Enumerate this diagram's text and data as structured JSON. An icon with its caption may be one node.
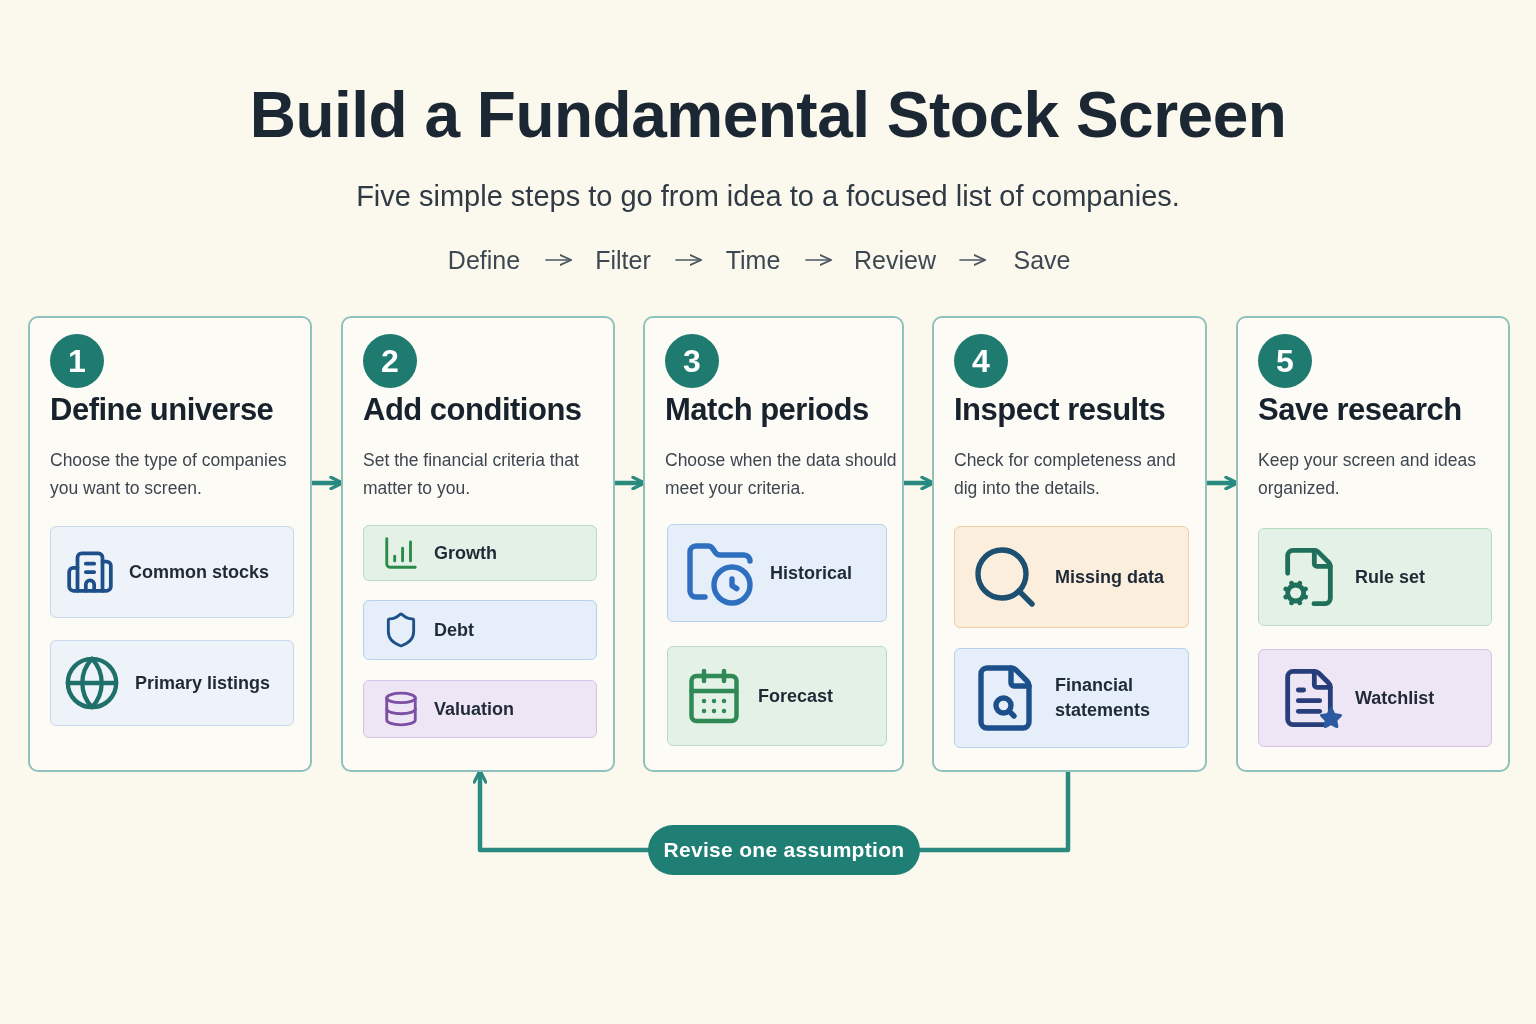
{
  "diagram": {
    "title": "Build a Fundamental Stock Screen",
    "caption": "Five simple steps to go from idea to a focused list of companies.",
    "nodes": [
      {
        "text": [
          "1",
          "Define universe",
          "Choose the type of companies you want to screen."
        ]
      },
      {
        "text": [
          "Common stocks"
        ],
        "in": 0
      },
      {
        "text": [
          "Primary listings"
        ],
        "in": 0
      },
      {
        "text": [
          "2",
          "Add conditions",
          "Set the financial criteria that matter to you."
        ]
      },
      {
        "text": [
          "Growth"
        ],
        "in": 3
      },
      {
        "text": [
          "Debt"
        ],
        "in": 3
      },
      {
        "text": [
          "Valuation"
        ],
        "in": 3
      },
      {
        "text": [
          "3",
          "Match periods",
          "Choose when the data should meet your criteria."
        ]
      },
      {
        "text": [
          "Historical"
        ],
        "in": 7
      },
      {
        "text": [
          "Forecast"
        ],
        "in": 7
      },
      {
        "text": [
          "4",
          "Inspect results",
          "Check for completeness and dig into the details."
        ]
      },
      {
        "text": [
          "Missing data"
        ],
        "in": 10
      },
      {
        "text": [
          "Financial statements"
        ],
        "in": 10
      },
      {
        "text": [
          "5",
          "Save research",
          "Keep your screen and ideas organized."
        ]
      },
      {
        "text": [
          "Rule set"
        ],
        "in": 13
      },
      {
        "text": [
          "Watchlist"
        ],
        "in": 13
      },
      {
        "text": [
          "Revise one assumption"
        ]
      },
      {
        "text": [
          "Define"
        ]
      },
      {
        "text": [
          "Filter"
        ]
      },
      {
        "text": [
          "Time"
        ]
      },
      {
        "text": [
          "Review"
        ]
      },
      {
        "text": [
          "Save"
        ]
      }
    ],
    "edges": [
      {
        "from": 0,
        "to": 3,
        "arrow": "to"
      },
      {
        "from": 3,
        "to": 7,
        "arrow": "to"
      },
      {
        "from": 7,
        "to": 10,
        "arrow": "to"
      },
      {
        "from": 10,
        "to": 13,
        "arrow": "to"
      },
      {
        "from": 10,
        "to": 16,
        "arrow": "none"
      },
      {
        "from": 16,
        "to": 3,
        "arrow": "to"
      },
      {
        "from": 17,
        "to": 18,
        "arrow": "to",
        "color": "#4a5560"
      },
      {
        "from": 18,
        "to": 19,
        "arrow": "to",
        "color": "#4a5560"
      },
      {
        "from": 19,
        "to": 20,
        "arrow": "to",
        "color": "#4a5560"
      },
      {
        "from": 20,
        "to": 21,
        "arrow": "to",
        "color": "#4a5560"
      }
    ]
  }
}
